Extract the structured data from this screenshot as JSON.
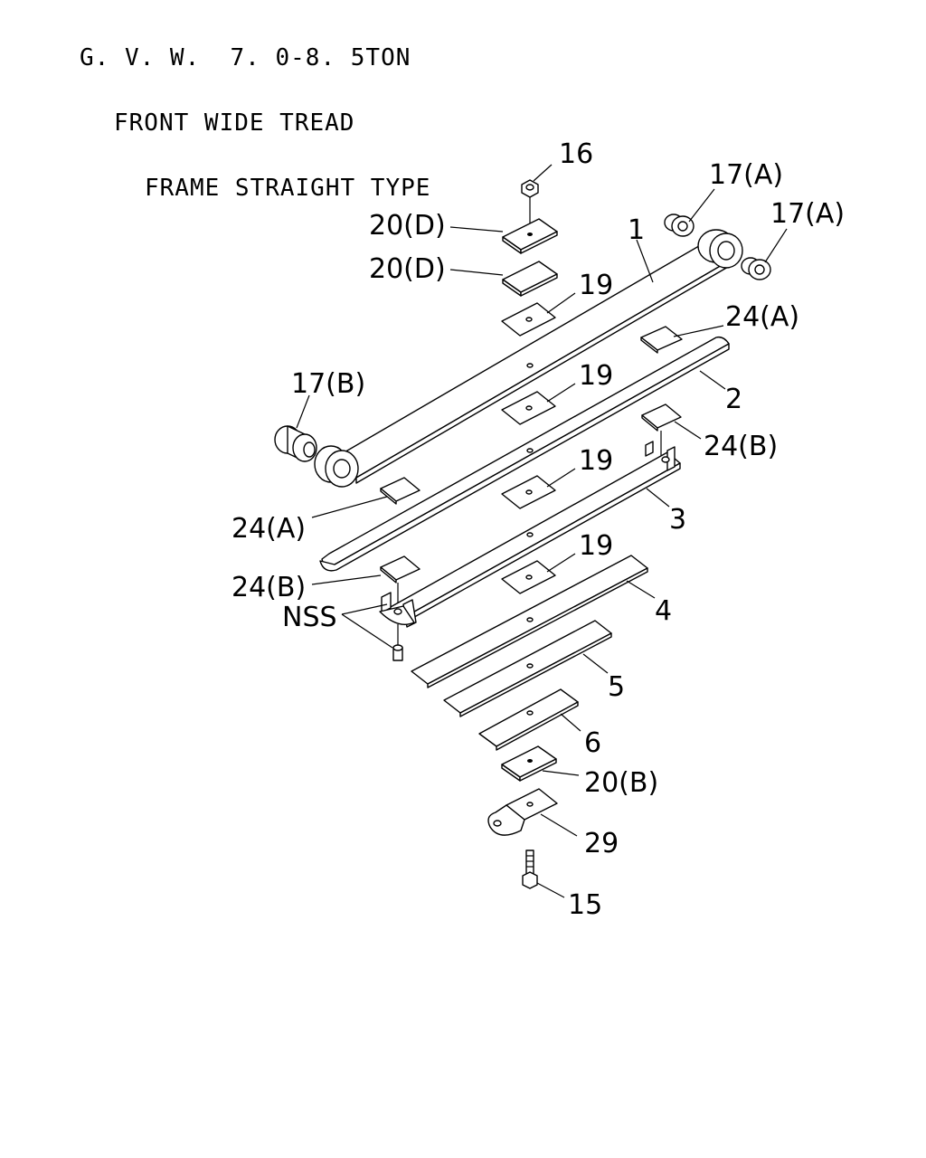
{
  "header": {
    "line1": "G. V. W.  7. 0-8. 5TON",
    "line2": "FRONT WIDE TREAD",
    "line3": "FRAME STRAIGHT TYPE"
  },
  "callouts": {
    "c16": "16",
    "c20d_a": "20(D)",
    "c20d_b": "20(D)",
    "c19_a": "19",
    "c1": "1",
    "c17a_a": "17(A)",
    "c17a_b": "17(A)",
    "c24a_a": "24(A)",
    "c17b": "17(B)",
    "c19_b": "19",
    "c2": "2",
    "c24b_a": "24(B)",
    "c19_c": "19",
    "c24a_b": "24(A)",
    "c3": "3",
    "c19_d": "19",
    "c24b_b": "24(B)",
    "cnss": "NSS",
    "c4": "4",
    "c5": "5",
    "c6": "6",
    "c20b": "20(B)",
    "c29": "29",
    "c15": "15"
  }
}
